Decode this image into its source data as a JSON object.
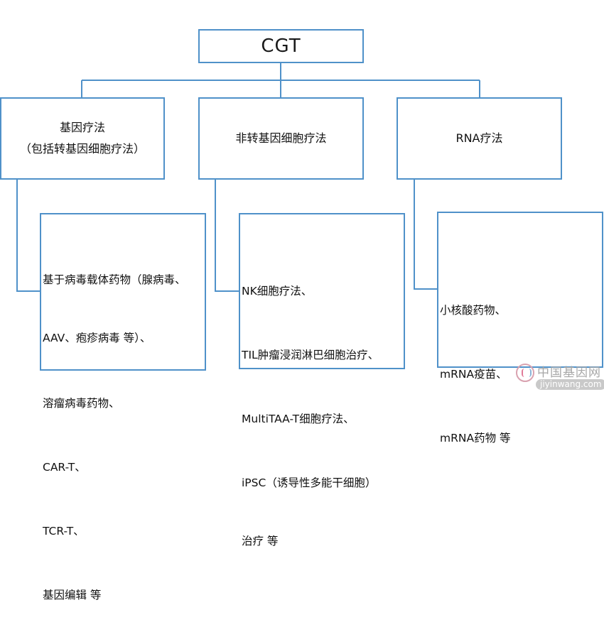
{
  "root": {
    "label": "CGT"
  },
  "colors": {
    "border": "#4f91c9",
    "connector": "#4f91c9",
    "text": "#111111",
    "watermark": "#a7a7a7"
  },
  "categories": [
    {
      "title_line1": "基因疗法",
      "title_line2": "（包括转基因细胞疗法）",
      "details": [
        "基于病毒载体药物（腺病毒、",
        "AAV、疱疹病毒 等）、",
        "溶瘤病毒药物、",
        "CAR-T、",
        "TCR-T、",
        "基因编辑 等"
      ]
    },
    {
      "title_line1": "非转基因细胞疗法",
      "title_line2": "",
      "details": [
        "NK细胞疗法、",
        "TIL肿瘤浸润淋巴细胞治疗、",
        "MultiTAA-T细胞疗法、",
        "iPSC（诱导性多能干细胞）",
        "治疗 等"
      ]
    },
    {
      "title_line1": "RNA疗法",
      "title_line2": "",
      "details": [
        "小核酸药物、",
        "mRNA疫苗、",
        "mRNA药物 等"
      ]
    }
  ],
  "watermark": {
    "name": "中国基因网",
    "url": "jiyinwang.com",
    "icon": "dna-logo-icon"
  }
}
